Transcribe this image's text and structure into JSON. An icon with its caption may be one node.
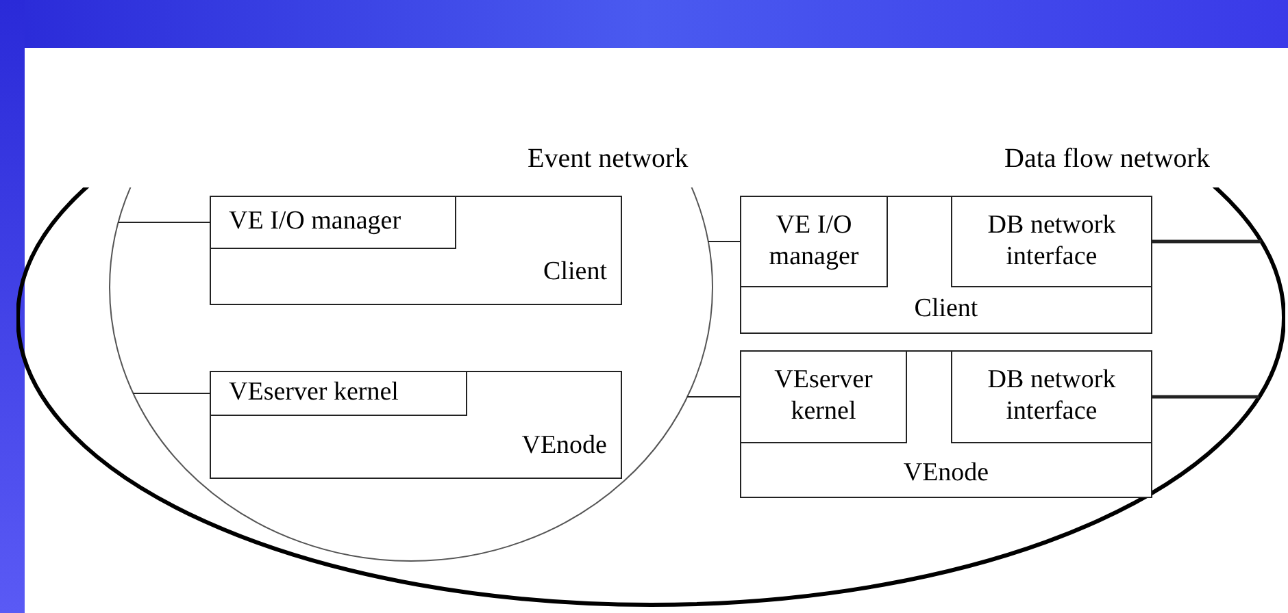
{
  "diagram": {
    "nodes": [
      {
        "text": [
          "Data flow network"
        ]
      },
      {
        "text": [
          "Event network"
        ],
        "in": 0
      },
      {
        "text": [
          "Client"
        ],
        "in": 1
      },
      {
        "text": [
          "VE I/O manager"
        ],
        "in": 2
      },
      {
        "text": [
          "VEnode"
        ],
        "in": 1
      },
      {
        "text": [
          "VEserver kernel"
        ],
        "in": 4
      },
      {
        "text": [
          "Client"
        ],
        "in": 0
      },
      {
        "text": [
          "VE I/O manager"
        ],
        "in": 6
      },
      {
        "text": [
          "DB network interface"
        ],
        "in": 6
      },
      {
        "text": [
          "VEnode"
        ],
        "in": 0
      },
      {
        "text": [
          "VEserver kernel"
        ],
        "in": 9
      },
      {
        "text": [
          "DB network interface"
        ],
        "in": 9
      }
    ],
    "edges": [
      {
        "from": 1,
        "to": 3,
        "arrow": "none"
      },
      {
        "from": 1,
        "to": 5,
        "arrow": "none"
      },
      {
        "from": 1,
        "to": 7,
        "arrow": "none"
      },
      {
        "from": 1,
        "to": 10,
        "arrow": "none"
      },
      {
        "from": 8,
        "to": 0,
        "arrow": "none",
        "style": "thick"
      },
      {
        "from": 11,
        "to": 0,
        "arrow": "none",
        "style": "thick"
      }
    ]
  }
}
